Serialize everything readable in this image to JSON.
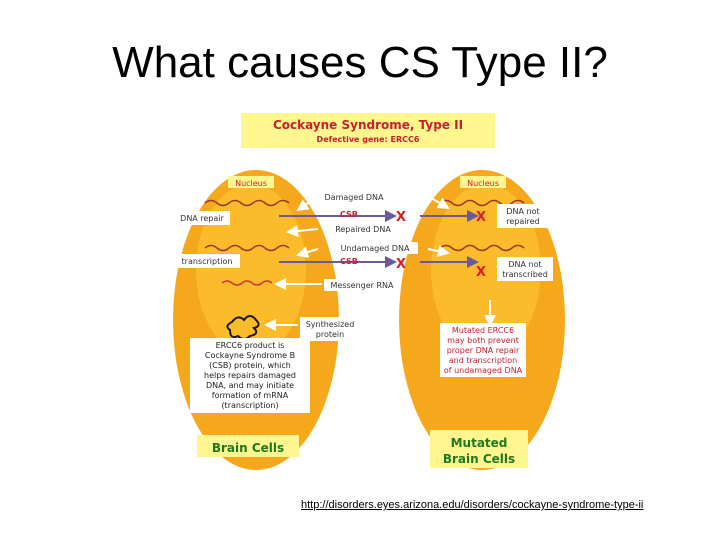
{
  "slide": {
    "title": "What causes CS Type II?",
    "source_url": "http://disorders.eyes.arizona.edu/disorders/cockayne-syndrome-type-ii"
  },
  "figure": {
    "title": "Cockayne Syndrome, Type II",
    "subtitle": "Defective gene: ERCC6",
    "left_cell": {
      "nucleus_label": "Nucleus",
      "dna_repair_label": "DNA repair",
      "transcription_label": "transcription",
      "product_note": [
        "ERCC6 product is",
        "Cockayne Syndrome B",
        "(CSB) protein, which",
        "helps repairs damaged",
        "DNA, and may initiate",
        "formation of mRNA",
        "(transcription)"
      ],
      "footer": "Brain Cells"
    },
    "right_cell": {
      "nucleus_label": "Nucleus",
      "dna_not_repaired": [
        "DNA not",
        "repaired"
      ],
      "dna_not_transcribed": [
        "DNA not",
        "transcribed"
      ],
      "mutation_note": [
        "Mutated ERCC6",
        "may both prevent",
        "proper DNA repair",
        "and transcription",
        "of undamaged DNA"
      ],
      "footer": [
        "Mutated",
        "Brain Cells"
      ]
    },
    "center": {
      "damaged_dna": "Damaged DNA",
      "csb_1": "CSB",
      "repaired_dna": "Repaired DNA",
      "undamaged_dna": "Undamaged DNA",
      "csb_2": "CSB",
      "messenger_rna": "Messenger RNA",
      "synthesized_protein": [
        "Synthesized",
        "protein"
      ],
      "x_mark": "X"
    },
    "colors": {
      "cell_orange": "#F5A81C",
      "nucleus_orange": "#FBBB2A",
      "label_yellow": "#FFF68F",
      "x_red": "#D81E1E",
      "label_red": "#C8202F",
      "footer_text": "#1E7A1E",
      "arrow_purple": "#5B3A8C"
    }
  }
}
